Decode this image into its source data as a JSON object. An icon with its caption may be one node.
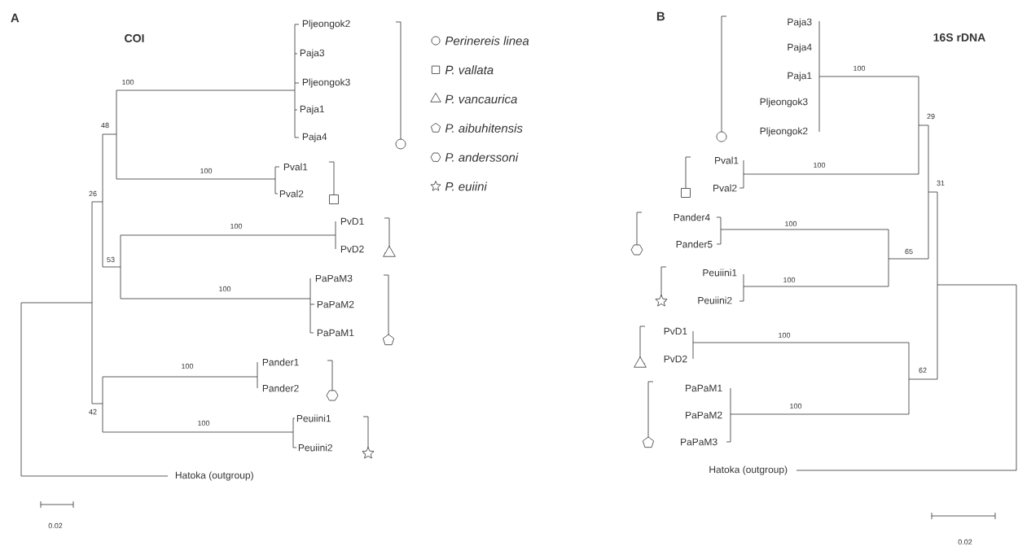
{
  "diagram": {
    "labels": [
      "A",
      "COI",
      "Pljeongok2",
      "Paja3",
      "Pljeongok3",
      "Paja1",
      "Paja4",
      "100",
      "48",
      "Pval1",
      "100",
      "Pval2",
      "26",
      "PvD1",
      "100",
      "PvD2",
      "53",
      "PaPaM3",
      "100",
      "PaPaM2",
      "PaPaM1",
      "Pander1",
      "100",
      "Pander2",
      "42",
      "Peuiini1",
      "100",
      "Peuiini2",
      "Hatoka (outgroup)",
      "0.02",
      "B",
      "16S rDNA",
      "Paja3",
      "Paja4",
      "Paja1",
      "100",
      "Pljeongok3",
      "Pljeongok2",
      "29",
      "Pval1",
      "100",
      "Pval2",
      "31",
      "Pander4",
      "100",
      "Pander5",
      "65",
      "Peuiini1",
      "100",
      "Peuiini2",
      "PvD1",
      "100",
      "PvD2",
      "62",
      "PaPaM1",
      "100",
      "PaPaM2",
      "PaPaM3",
      "Hatoka (outgroup)",
      "0.02"
    ],
    "legend": [
      {
        "text": "Perinereis linea"
      },
      {
        "text": "P. vallata"
      },
      {
        "text": "P. vancaurica"
      },
      {
        "text": "P. aibuhitensis"
      },
      {
        "text": "P. anderssoni"
      },
      {
        "text": "P. euiini"
      }
    ]
  }
}
